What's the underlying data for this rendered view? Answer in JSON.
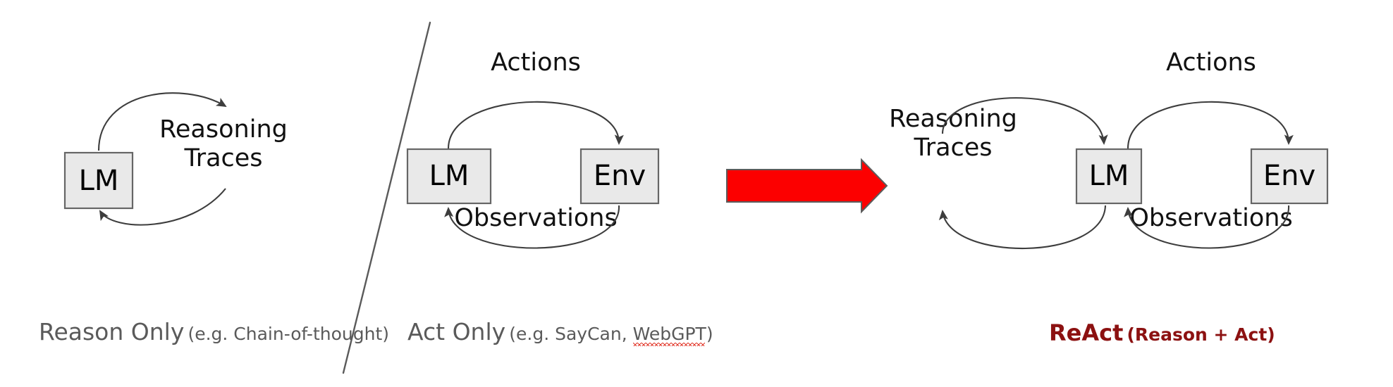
{
  "figure": {
    "background_color": "#ffffff",
    "node_fill": "#e9e9e9",
    "node_stroke": "#666666",
    "arrow_stroke": "#3d3d3d",
    "big_arrow_color": "#fc0000",
    "react_color": "#8c1111",
    "caption_color": "#5a5a5a"
  },
  "panels": [
    {
      "id": "reason-only",
      "nodes": [
        {
          "name": "lm",
          "label": "LM"
        }
      ],
      "flow_labels": [
        {
          "name": "reasoning-traces-line1",
          "text": "Reasoning"
        },
        {
          "name": "reasoning-traces-line2",
          "text": "Traces"
        }
      ],
      "caption": {
        "main": "Reason Only",
        "sub": "(e.g. Chain-of-thought)",
        "misspelled": ""
      }
    },
    {
      "id": "act-only",
      "nodes": [
        {
          "name": "lm",
          "label": "LM"
        },
        {
          "name": "env",
          "label": "Env"
        }
      ],
      "flow_labels": [
        {
          "name": "actions",
          "text": "Actions"
        },
        {
          "name": "observations",
          "text": "Observations"
        }
      ],
      "caption": {
        "main": "Act Only",
        "sub_before": "(e.g. SayCan, ",
        "misspelled": "WebGPT",
        "sub_after": ")"
      }
    },
    {
      "id": "react",
      "nodes": [
        {
          "name": "lm",
          "label": "LM"
        },
        {
          "name": "env",
          "label": "Env"
        }
      ],
      "flow_labels": [
        {
          "name": "reasoning-traces-line1",
          "text": "Reasoning"
        },
        {
          "name": "reasoning-traces-line2",
          "text": "Traces"
        },
        {
          "name": "actions",
          "text": "Actions"
        },
        {
          "name": "observations",
          "text": "Observations"
        }
      ],
      "caption": {
        "main": "ReAct",
        "sub": "(Reason + Act)"
      }
    }
  ],
  "transition_arrow": {
    "name": "red-right-arrow",
    "color": "#fc0000"
  },
  "divider": {
    "name": "panel-divider-line"
  }
}
